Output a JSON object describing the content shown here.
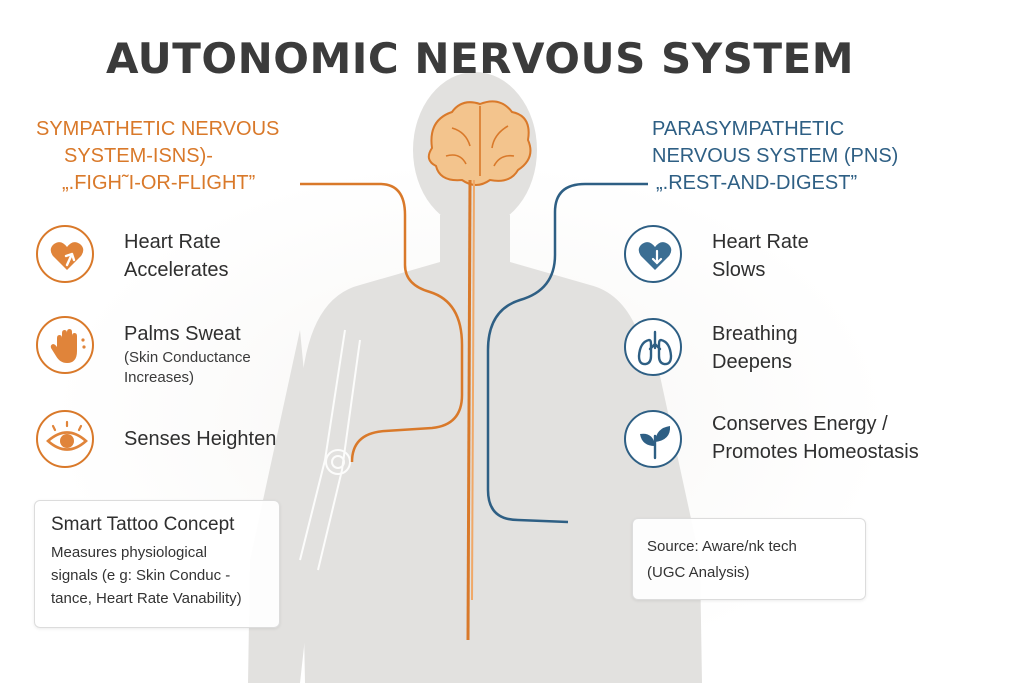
{
  "title": "AUTONOMIC NERVOUS SYSTEM",
  "colors": {
    "sympathetic": "#d9792a",
    "parasympathetic": "#2e5f84",
    "silhouette": "#e2e1df"
  },
  "sympathetic": {
    "heading": [
      "SYMPATHETIC NERVOUS",
      "SYSTEM-ISNS)-",
      "„.FIGH˜I-OR-FLIGHT”"
    ],
    "items": [
      {
        "icon": "heart-up-arrow-icon",
        "label": [
          "Heart Rate",
          "Accelerates"
        ]
      },
      {
        "icon": "hand-sweat-icon",
        "label": [
          "Palms Sweat"
        ],
        "sub": [
          "(Skin Conductance",
          "Increases)"
        ]
      },
      {
        "icon": "eye-icon",
        "label": [
          "Senses Heighten"
        ]
      }
    ]
  },
  "parasympathetic": {
    "heading": [
      "PARASYMPATHETIC",
      "NERVOUS SYSTEM (PNS)",
      "„.REST-AND-DIGEST”"
    ],
    "items": [
      {
        "icon": "heart-down-arrow-icon",
        "label": [
          "Heart Rate",
          "Slows"
        ]
      },
      {
        "icon": "lungs-icon",
        "label": [
          "Breathing",
          "Deepens"
        ]
      },
      {
        "icon": "leaf-icon",
        "label": [
          "Conserves Energy /",
          "Promotes Homeostasis"
        ]
      }
    ]
  },
  "tattoo_box": {
    "title": "Smart Tattoo Concept",
    "lines": [
      "Measures physiological",
      "signals (e g:  Skin Conduc -",
      "tance, Heart Rate Vanability)"
    ]
  },
  "source_box": {
    "lines": [
      "Source: Aware/nk tech",
      "(UGC Analysis)"
    ]
  }
}
